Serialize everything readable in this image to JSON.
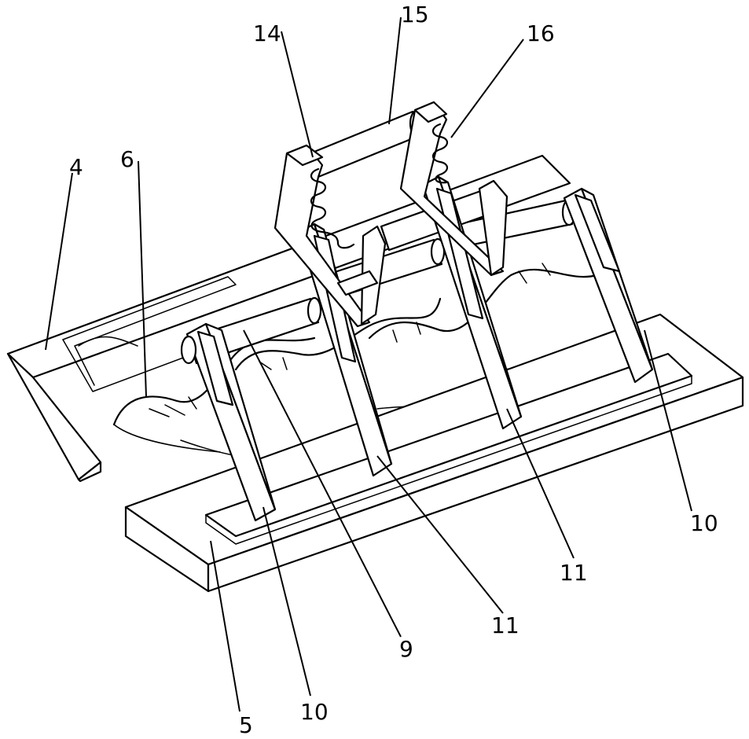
{
  "labels": {
    "l4": "4",
    "l5": "5",
    "l6": "6",
    "l9": "9",
    "l10_bottom": "10",
    "l10_right": "10",
    "l11_bottom": "11",
    "l11_right": "11",
    "l14": "14",
    "l15": "15",
    "l16": "16"
  }
}
